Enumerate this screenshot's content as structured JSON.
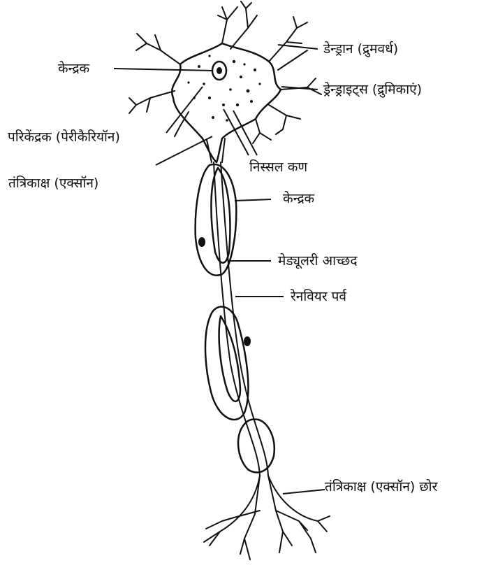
{
  "labels": {
    "nucleus_top": "केन्द्रक",
    "dendron": "डेन्ड्रान (द्रुमवर्ध)",
    "dendrites": "ड्रेन्ड्राइट्स (द्रुमिकाएं)",
    "perikaryon": "परिकेंद्रक (पेरीकैरियॉन)",
    "axon": "तंत्रिकाक्ष (एक्सॉन)",
    "nissl": "निस्सल कण",
    "nucleus_lower": "केन्द्रक",
    "myelin": "मेड्यूलरी आच्छद",
    "ranvier": "रेनवियर पर्व",
    "axon_terminal": "तंत्रिकाक्ष (एक्सॉन) छोर"
  }
}
